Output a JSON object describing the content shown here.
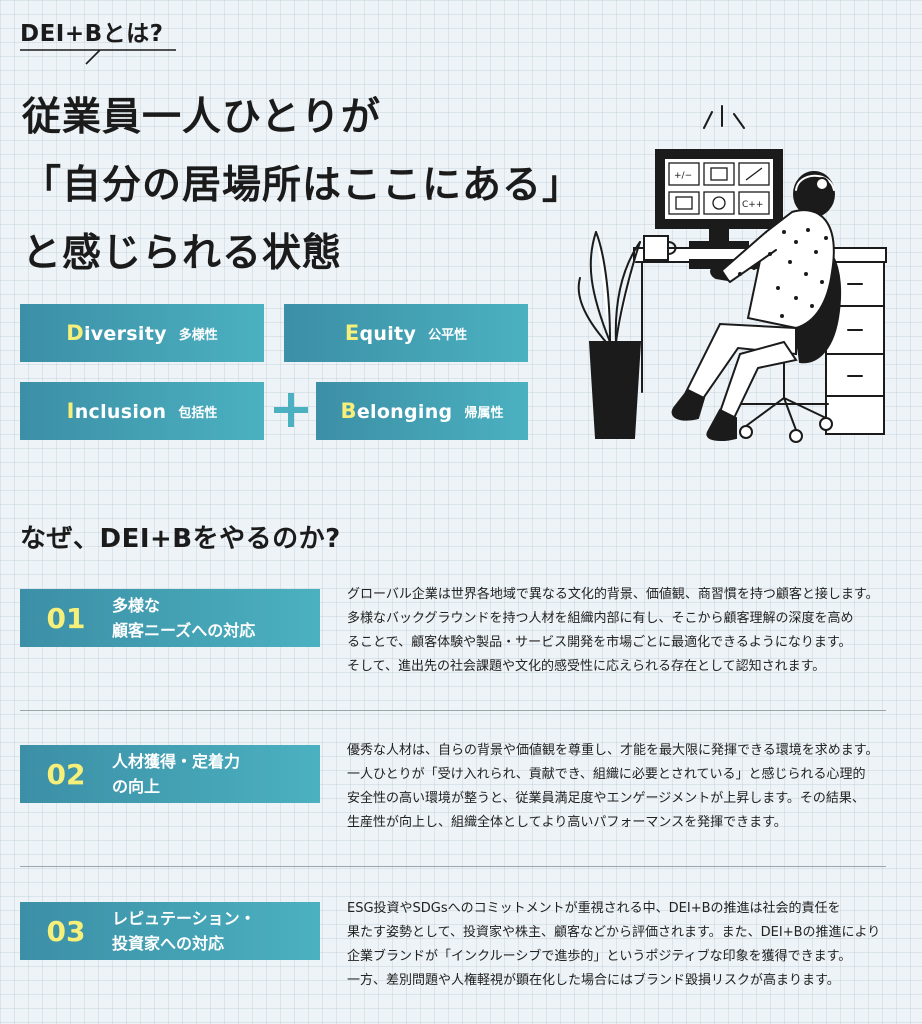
{
  "tag": "DEI+Bとは?",
  "headline": [
    "従業員一人ひとりが",
    "「自分の居場所はここにある」",
    "と感じられる状態"
  ],
  "pillars": [
    {
      "initial": "D",
      "rest": "iversity",
      "ja": "多様性"
    },
    {
      "initial": "E",
      "rest": "quity",
      "ja": "公平性"
    },
    {
      "initial": "I",
      "rest": "nclusion",
      "ja": "包括性"
    },
    {
      "initial": "B",
      "rest": "elonging",
      "ja": "帰属性"
    }
  ],
  "section_title": "なぜ、DEI+Bをやるのか?",
  "reasons": [
    {
      "num": "01",
      "title": [
        "多様な",
        "顧客ニーズへの対応"
      ],
      "text": [
        "グローバル企業は世界各地域で異なる文化的背景、価値観、商習慣を持つ顧客と接します。",
        "多様なバックグラウンドを持つ人材を組織内部に有し、そこから顧客理解の深度を高め",
        "ることで、顧客体験や製品・サービス開発を市場ごとに最適化できるようになります。",
        "そして、進出先の社会課題や文化的感受性に応えられる存在として認知されます。"
      ]
    },
    {
      "num": "02",
      "title": [
        "人材獲得・定着力",
        "の向上"
      ],
      "text": [
        "優秀な人材は、自らの背景や価値観を尊重し、才能を最大限に発揮できる環境を求めます。",
        "一人ひとりが「受け入れられ、貢献でき、組織に必要とされている」と感じられる心理的",
        "安全性の高い環境が整うと、従業員満足度やエンゲージメントが上昇します。その結果、",
        "生産性が向上し、組織全体としてより高いパフォーマンスを発揮できます。"
      ]
    },
    {
      "num": "03",
      "title": [
        "レピュテーション・",
        "投資家への対応"
      ],
      "text": [
        "ESG投資やSDGsへのコミットメントが重視される中、DEI+Bの推進は社会的責任を",
        "果たす姿勢として、投資家や株主、顧客などから評価されます。また、DEI+Bの推進により",
        "企業ブランドが「インクルーシブで進歩的」というポジティブな印象を獲得できます。",
        "一方、差別問題や人権軽視が顕在化した場合にはブランド毀損リスクが高まります。"
      ]
    }
  ],
  "illustration": {
    "monitor_icons": [
      "+/−",
      "",
      "",
      "",
      "",
      "C++"
    ]
  },
  "colors": {
    "accent": "#4bb1c0",
    "accent_dark": "#3c8fa6",
    "highlight": "#f6ef7a",
    "background": "#edf3f6"
  }
}
